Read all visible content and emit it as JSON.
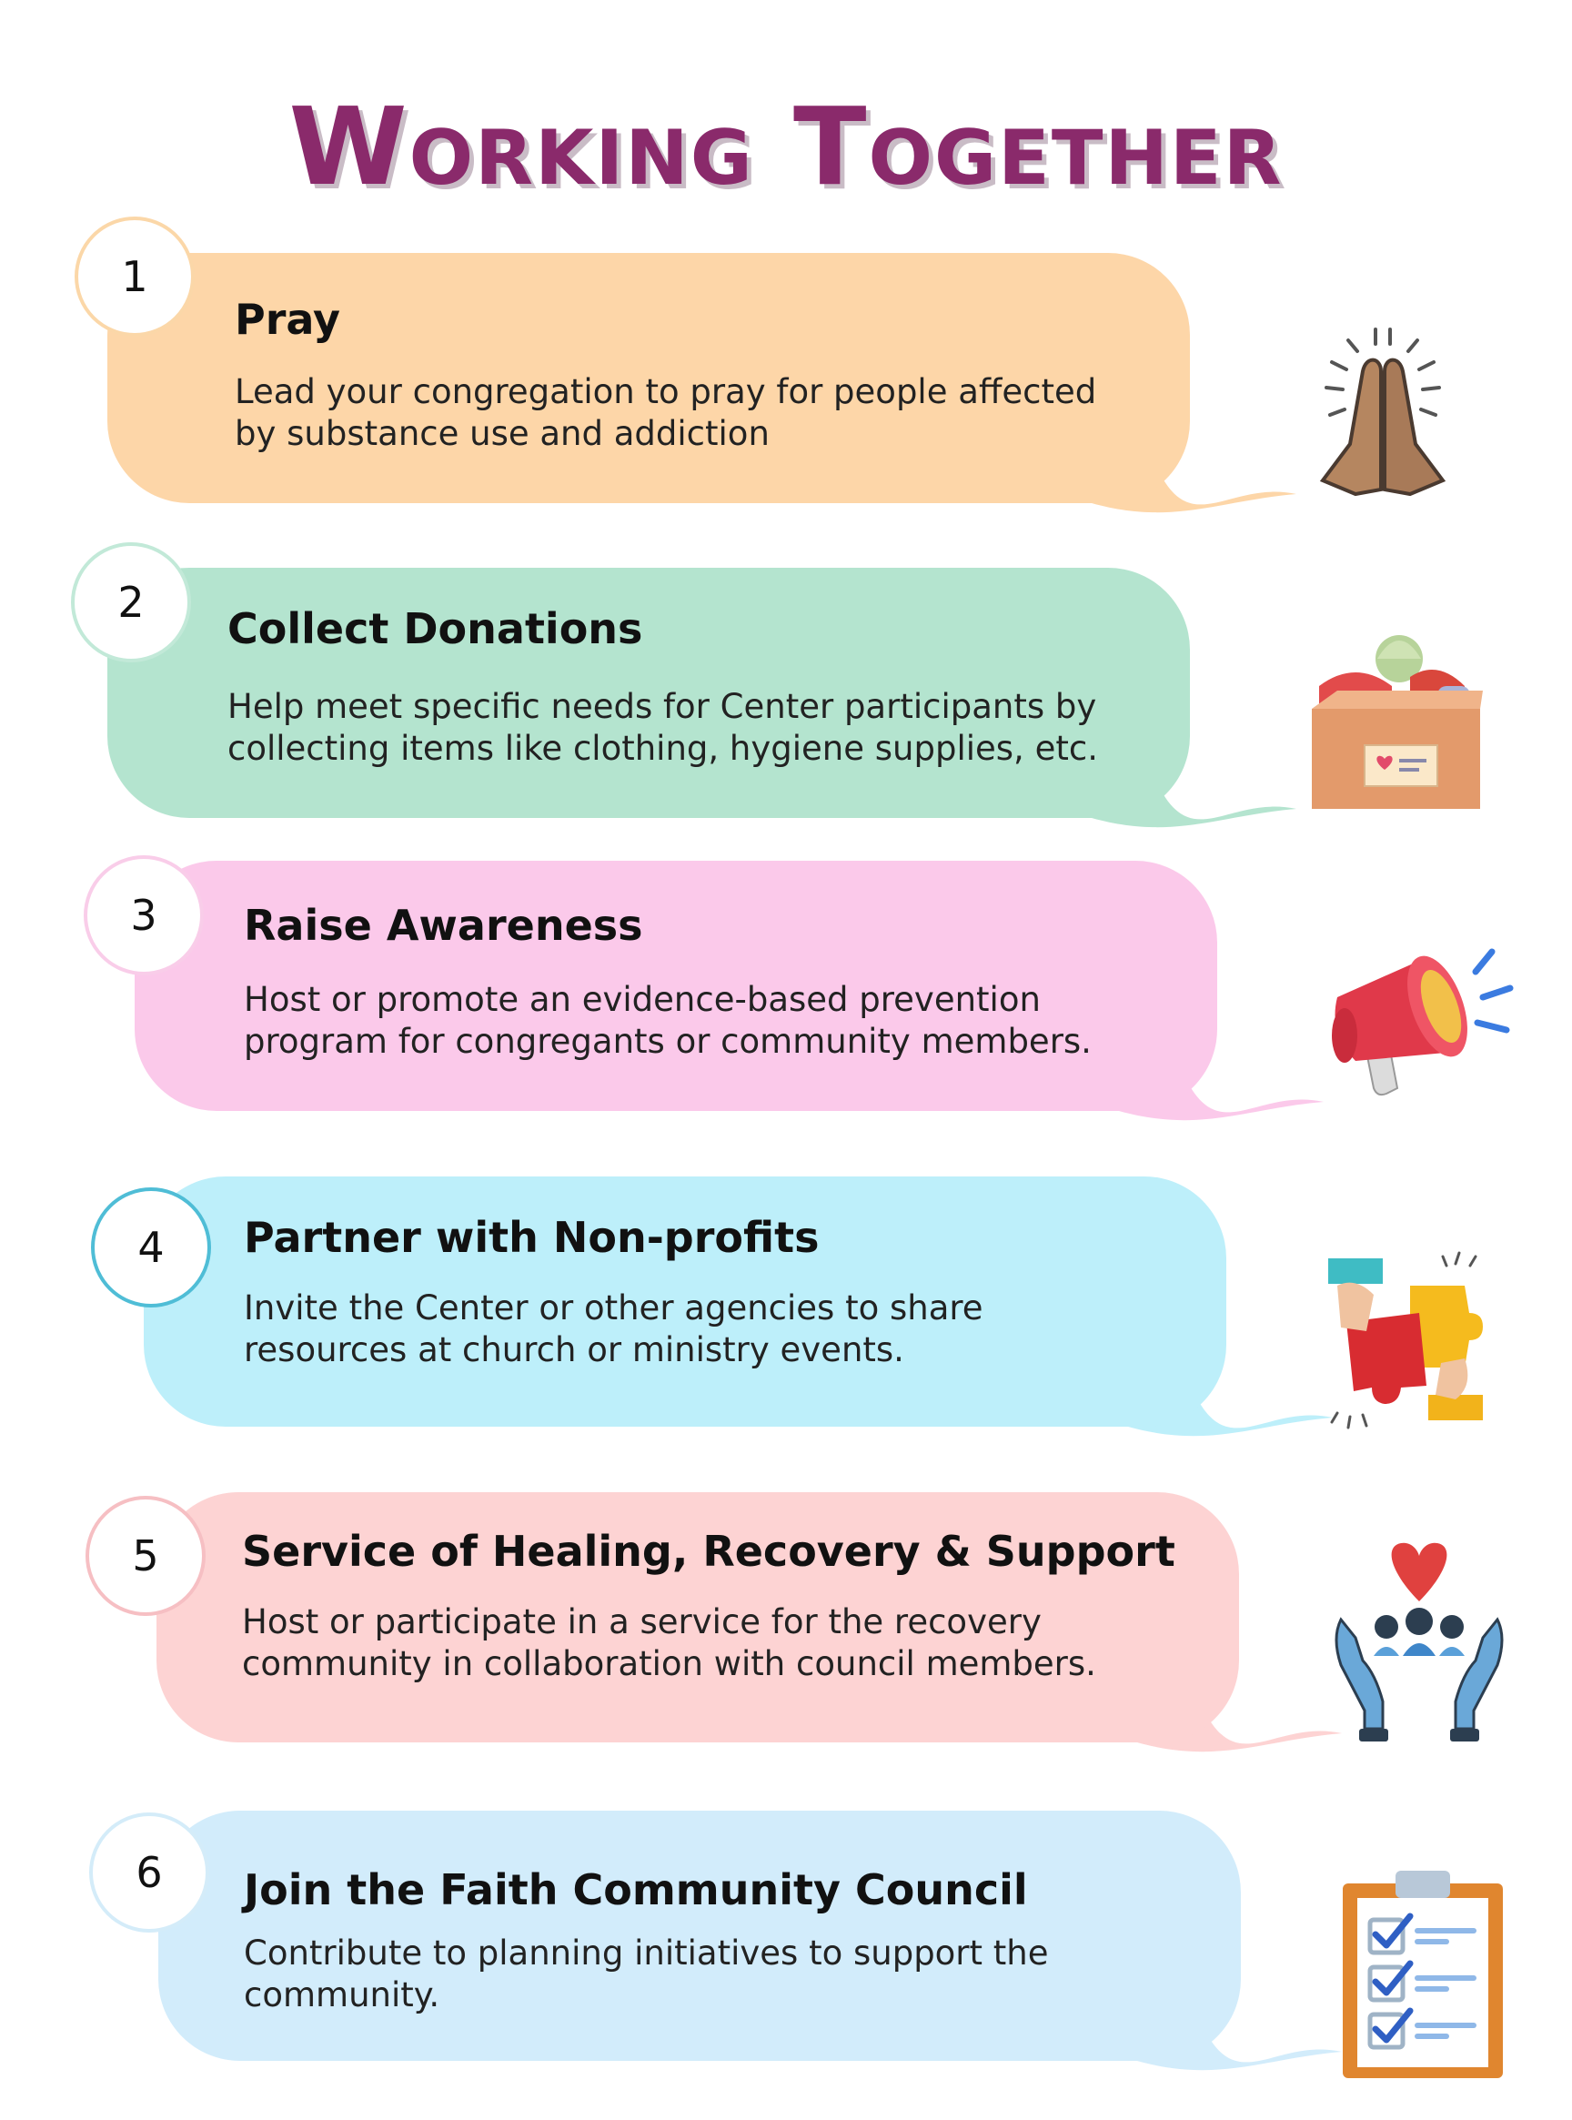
{
  "title": "Working Together",
  "colors": {
    "title": "#8a2a6b"
  },
  "steps": [
    {
      "number": "1",
      "heading": "Pray",
      "text": "Lead your congregation to pray for people affected by substance use and addiction",
      "color": "#fdd6a8",
      "ring": "#fbd7a8",
      "icon": "praying-hands-icon"
    },
    {
      "number": "2",
      "heading": "Collect Donations",
      "text": "Help meet specific needs for Center participants by collecting items like clothing, hygiene supplies, etc.",
      "color": "#b4e4cf",
      "ring": "#c2e9d8",
      "icon": "donation-box-icon"
    },
    {
      "number": "3",
      "heading": "Raise Awareness",
      "text": "Host or promote an evidence-based prevention program for congregants or community members.",
      "color": "#fbc9ea",
      "ring": "#f9cde9",
      "icon": "megaphone-icon"
    },
    {
      "number": "4",
      "heading": "Partner with Non-profits",
      "text": "Invite the Center or other agencies to share resources at church or ministry events.",
      "color": "#bdeffa",
      "ring": "#4fbdd6",
      "icon": "puzzle-partnership-icon"
    },
    {
      "number": "5",
      "heading": "Service of Healing, Recovery & Support",
      "text": "Host or participate in a service for the recovery community in collaboration with council members.",
      "color": "#fdd3d3",
      "ring": "#f6bfc3",
      "icon": "community-care-icon"
    },
    {
      "number": "6",
      "heading": "Join the Faith Community Council",
      "text": "Contribute to planning initiatives to support the community.",
      "color": "#d2ecfb",
      "ring": "#d4ecf9",
      "icon": "checklist-clipboard-icon"
    }
  ]
}
